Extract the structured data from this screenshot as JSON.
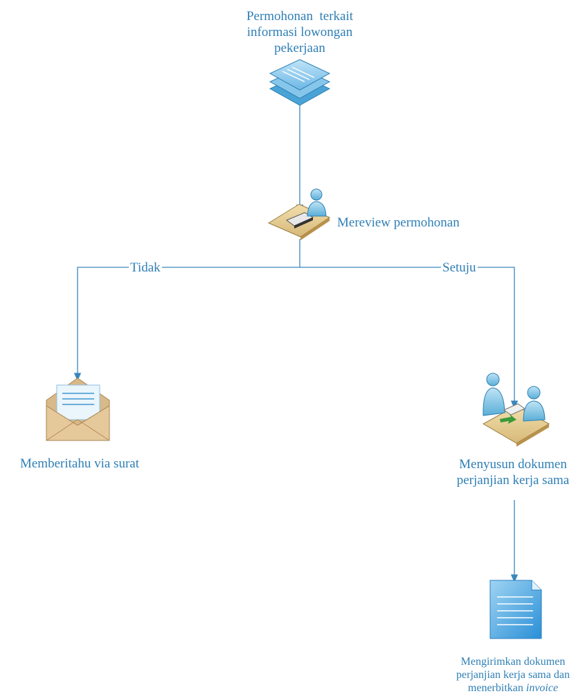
{
  "nodes": {
    "request": {
      "line1": "Permohonan  terkait",
      "line2": "informasi lowongan",
      "line3": "pekerjaan",
      "icon": "document-stack-icon"
    },
    "review": {
      "label": "Mereview permohonan",
      "icon": "person-at-desk-icon"
    },
    "notify": {
      "label": "Memberitahu via surat",
      "icon": "envelope-letter-icon"
    },
    "draft": {
      "line1": "Menyusun dokumen",
      "line2": "perjanjian kerja sama",
      "icon": "meeting-handshake-icon"
    },
    "send": {
      "line1": "Mengirimkan dokumen",
      "line2": "perjanjian kerja sama dan",
      "line3_prefix": "menerbitkan ",
      "line3_italic": "invoice",
      "icon": "document-icon"
    }
  },
  "edges": {
    "no_label": "Tidak",
    "yes_label": "Setuju"
  },
  "colors": {
    "line": "#3a86bd",
    "text": "#2f7fb5"
  }
}
